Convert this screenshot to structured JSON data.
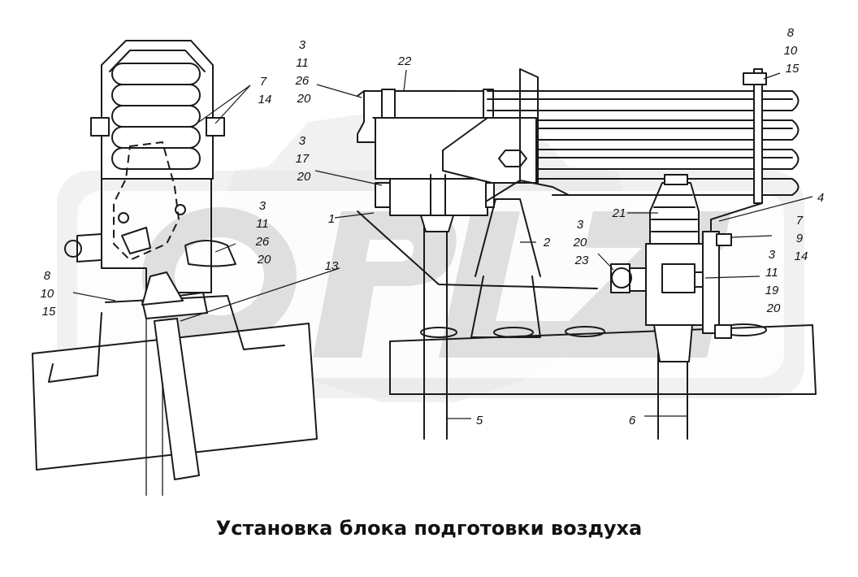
{
  "caption": "Установка блока подготовки воздуха",
  "watermark": "OPLZ",
  "callouts": [
    {
      "id": "c-3-11-26-20-top",
      "lines": [
        "3",
        "11",
        "26",
        "20"
      ]
    },
    {
      "id": "c-22",
      "lines": [
        "22"
      ]
    },
    {
      "id": "c-7-14",
      "lines": [
        "7",
        "14"
      ]
    },
    {
      "id": "c-8-10-15-right",
      "lines": [
        "8",
        "10",
        "15"
      ]
    },
    {
      "id": "c-3-17-20",
      "lines": [
        "3",
        "17",
        "20"
      ]
    },
    {
      "id": "c-1",
      "lines": [
        "1"
      ]
    },
    {
      "id": "c-3-11-26-20-mid",
      "lines": [
        "3",
        "11",
        "26",
        "20"
      ]
    },
    {
      "id": "c-2",
      "lines": [
        "2"
      ]
    },
    {
      "id": "c-3-20-23",
      "lines": [
        "3",
        "20",
        "23"
      ]
    },
    {
      "id": "c-21",
      "lines": [
        "21"
      ]
    },
    {
      "id": "c-4",
      "lines": [
        "4"
      ]
    },
    {
      "id": "c-7-9-14",
      "lines": [
        "7",
        "9",
        "14"
      ]
    },
    {
      "id": "c-3-11-19-20",
      "lines": [
        "3",
        "11",
        "19",
        "20"
      ]
    },
    {
      "id": "c-13",
      "lines": [
        "13"
      ]
    },
    {
      "id": "c-8-10-15-left",
      "lines": [
        "8",
        "10",
        "15"
      ]
    },
    {
      "id": "c-5",
      "lines": [
        "5"
      ]
    },
    {
      "id": "c-6",
      "lines": [
        "6"
      ]
    }
  ]
}
